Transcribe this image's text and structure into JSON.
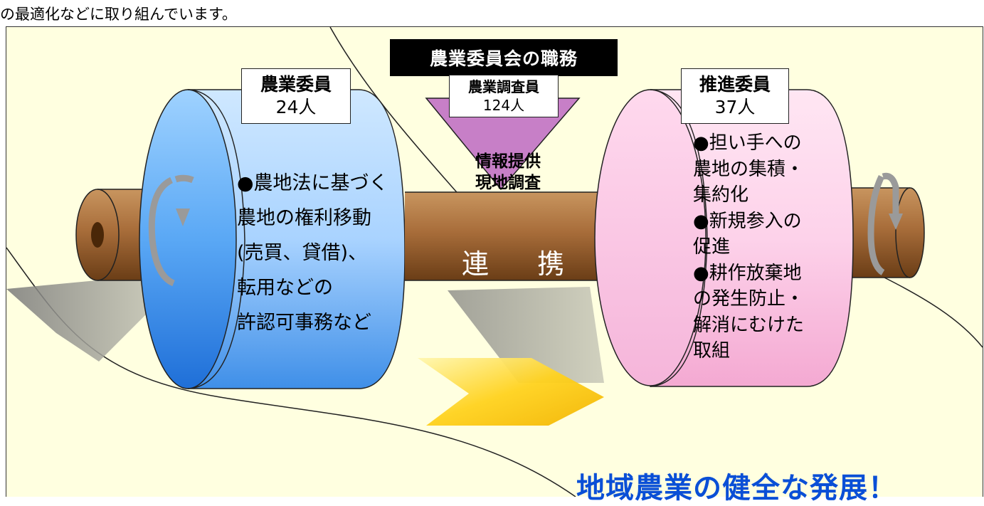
{
  "intro_text": "の最適化などに取り組んでいます。",
  "title": "農業委員会の職務",
  "left_drum": {
    "role": "農業委員",
    "count": "24人",
    "description": [
      "●農地法に基づく",
      "農地の権利移動",
      "(売買、貸借)、",
      "転用などの",
      "許認可事務など"
    ]
  },
  "center": {
    "role": "農業調査員",
    "count": "124人",
    "tasks": [
      "情報提供",
      "現地調査"
    ],
    "link_label": "連 携"
  },
  "right_drum": {
    "role": "推進委員",
    "count": "37人",
    "description": [
      "●担い手への",
      "農地の集積・",
      "集約化",
      "●新規参入の",
      "促進",
      "●耕作放棄地",
      "の発生防止・",
      "解消にむけた",
      "取組"
    ]
  },
  "goal": "地域農業の健全な発展！",
  "colors": {
    "panel_bg": "#ffffe0",
    "left_drum": "#3a8cf0",
    "right_drum": "#f8c8e4",
    "axle": "#8b5a2b",
    "triangle": "#c77fc7",
    "goal_text": "#0a4fd6",
    "arrow": "#ffd21e"
  }
}
